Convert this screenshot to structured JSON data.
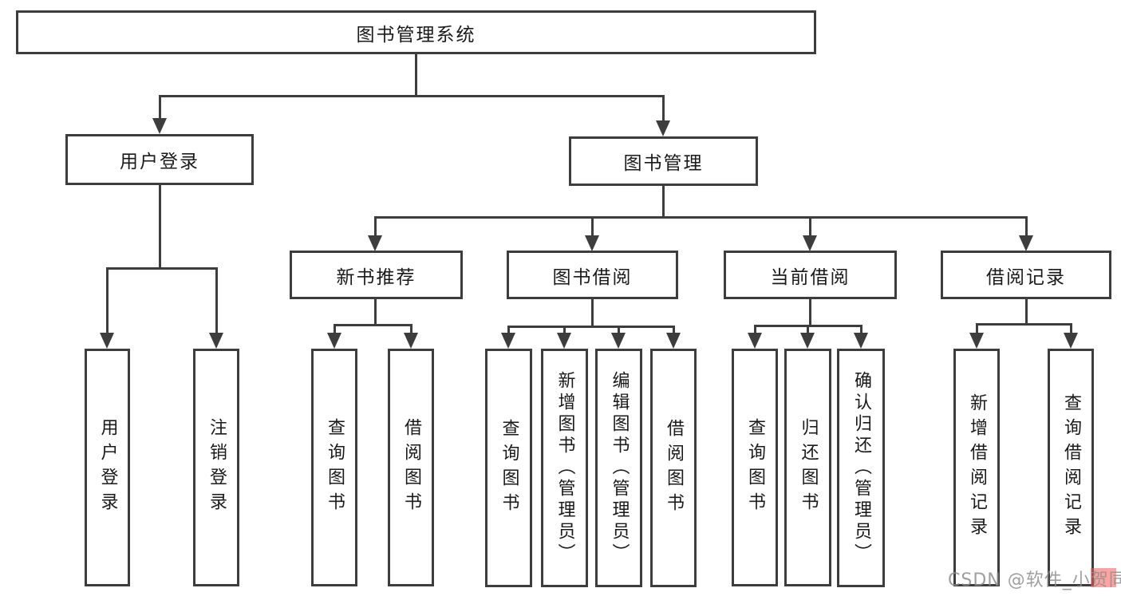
{
  "diagram_title": "图书管理系统",
  "nodes": {
    "root": {
      "label": "图书管理系统"
    },
    "user_login": {
      "label": "用户登录"
    },
    "book_mgmt": {
      "label": "图书管理"
    },
    "login": {
      "label": "用户登录"
    },
    "logout": {
      "label": "注销登录"
    },
    "new_rec": {
      "label": "新书推荐"
    },
    "book_borrow": {
      "label": "图书借阅"
    },
    "cur_borrow": {
      "label": "当前借阅"
    },
    "borrow_rec": {
      "label": "借阅记录"
    },
    "rec_query": {
      "label": "查询图书"
    },
    "rec_borrow": {
      "label": "借阅图书"
    },
    "bb_query": {
      "label": "查询图书"
    },
    "bb_add": {
      "label": "新增图书（管理员）"
    },
    "bb_edit": {
      "label": "编辑图书（管理员）"
    },
    "bb_borrow": {
      "label": "借阅图书"
    },
    "cb_query": {
      "label": "查询图书"
    },
    "cb_return": {
      "label": "归还图书"
    },
    "cb_confirm": {
      "label": "确认归还（管理员）"
    },
    "br_add": {
      "label": "新增借阅记录"
    },
    "br_query": {
      "label": "查询借阅记录"
    }
  },
  "hierarchy": {
    "图书管理系统": {
      "用户登录": [
        "用户登录",
        "注销登录"
      ],
      "图书管理": {
        "新书推荐": [
          "查询图书",
          "借阅图书"
        ],
        "图书借阅": [
          "查询图书",
          "新增图书（管理员）",
          "编辑图书（管理员）",
          "借阅图书"
        ],
        "当前借阅": [
          "查询图书",
          "归还图书",
          "确认归还（管理员）"
        ],
        "借阅记录": [
          "新增借阅记录",
          "查询借阅记录"
        ]
      }
    }
  },
  "watermark": {
    "text": "CSDN @软件_小贺同学",
    "highlight_color": "#fb5a55"
  },
  "colors": {
    "line": "#3d3d3d",
    "background": "#ffffff",
    "text": "#1a1a1a"
  }
}
